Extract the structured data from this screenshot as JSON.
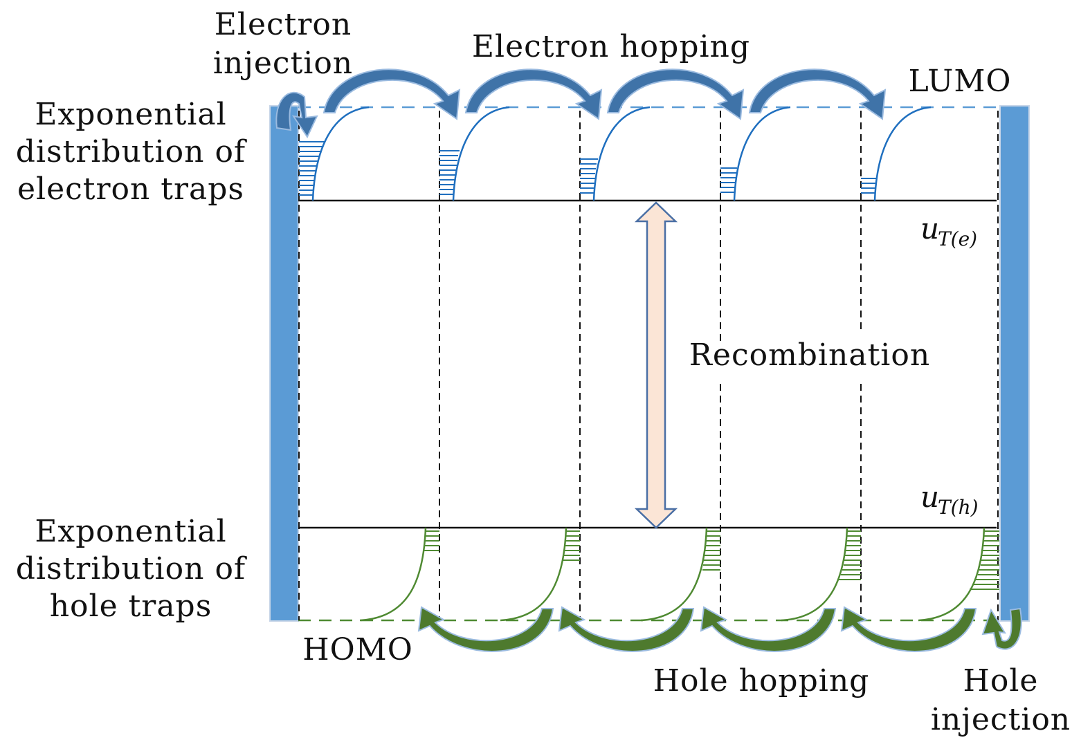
{
  "labels": {
    "electron_injection_1": "Electron",
    "electron_injection_2": "injection",
    "electron_hopping": "Electron hopping",
    "lumo": "LUMO",
    "electron_traps_1": "Exponential",
    "electron_traps_2": "distribution of",
    "electron_traps_3": "electron traps",
    "hole_traps_1": "Exponential",
    "hole_traps_2": "distribution of",
    "hole_traps_3": "hole traps",
    "homo": "HOMO",
    "recombination": "Recombination",
    "hole_hopping": "Hole hopping",
    "hole_injection_1": "Hole",
    "hole_injection_2": "injection",
    "ute_main": "u",
    "ute_sub": "T(e)",
    "uth_main": "u",
    "uth_sub": "T(h)"
  },
  "colors": {
    "electrode": "#5b9bd5",
    "electron_arrow": "#3f73a8",
    "electron_curve": "#1f6fbf",
    "hole_arrow": "#4e7a2e",
    "hole_curve": "#4f8a32",
    "recombination_fill": "#fbe5d6",
    "recombination_stroke": "#4a6fa5"
  }
}
